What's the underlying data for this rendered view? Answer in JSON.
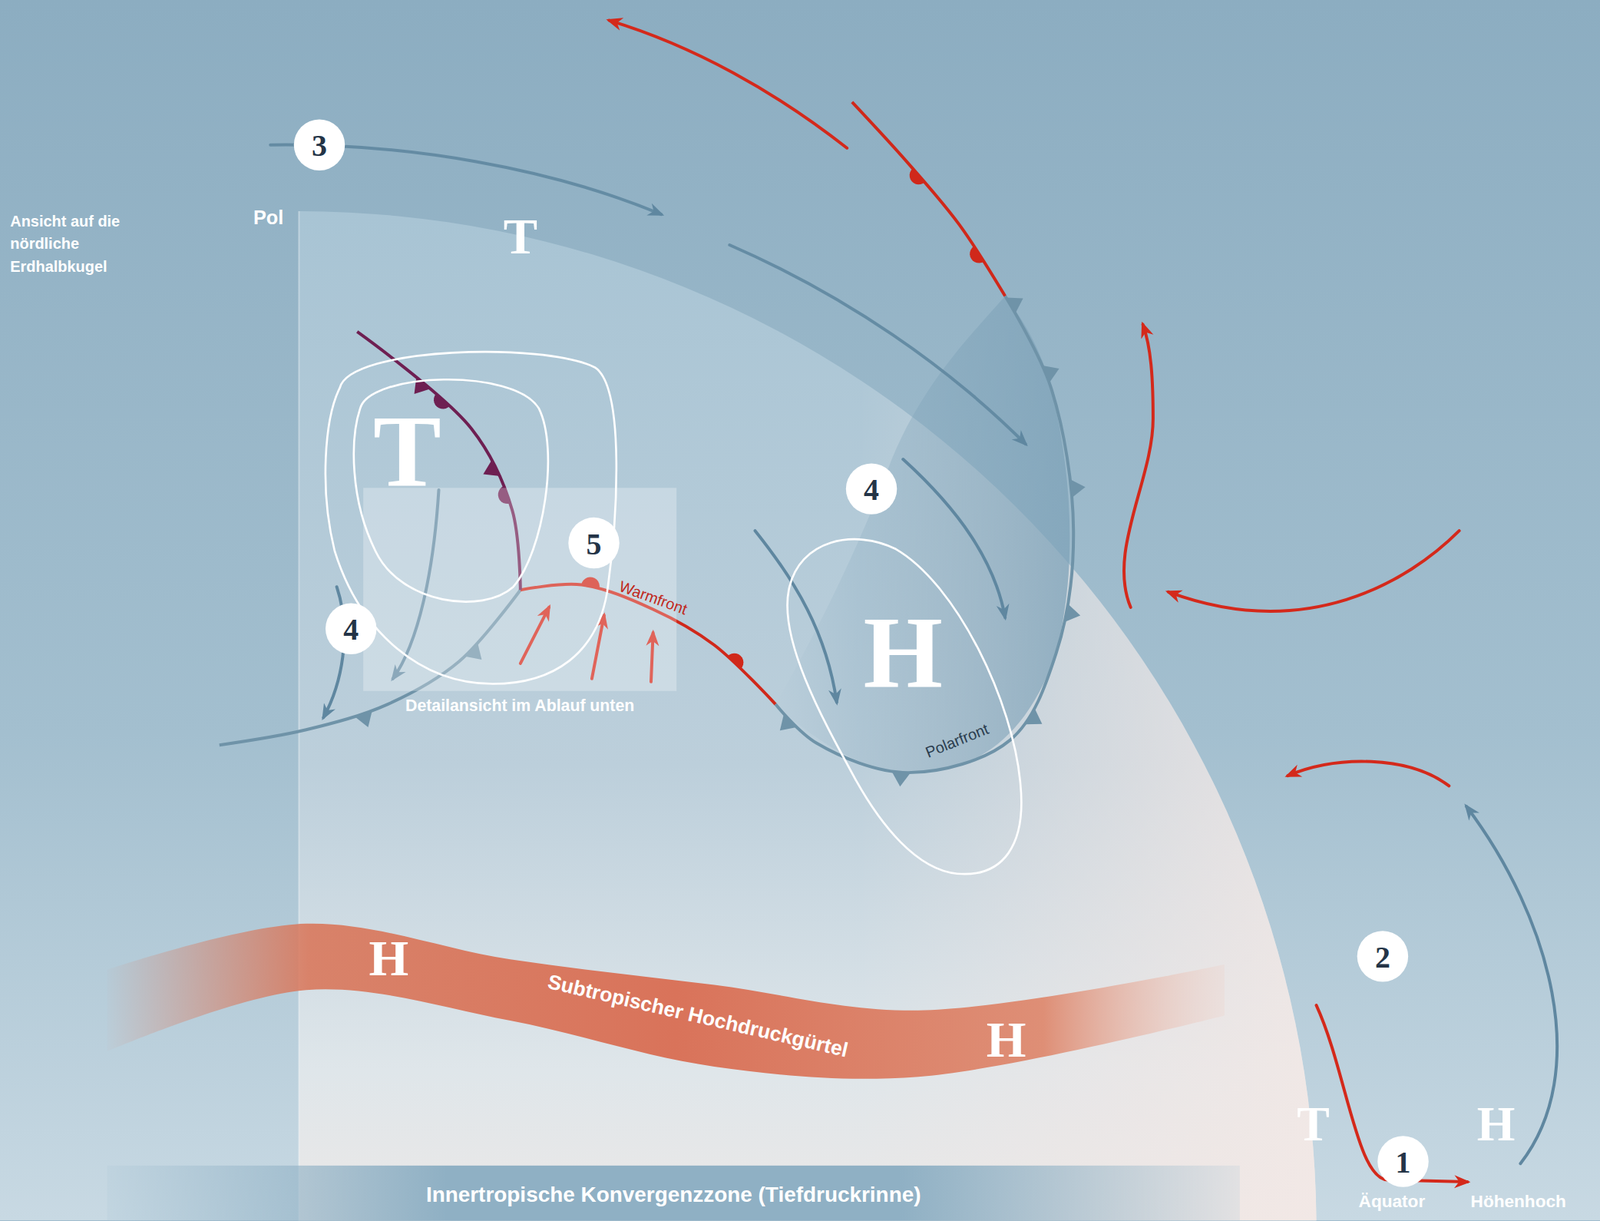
{
  "diagram": {
    "nodes": [
      {
        "text": [
          "T"
        ]
      },
      {
        "text": [
          "Detailansicht im Ablauf unten"
        ]
      },
      {
        "text": [
          "H"
        ]
      },
      {
        "text": [
          "H",
          "Subtropischer Hochdruckgürtel",
          "H"
        ]
      },
      {
        "text": [
          "Innertropische Konvergenzzone (Tiefdruckrinne)"
        ]
      },
      {
        "text": [
          "3"
        ]
      },
      {
        "text": [
          "4"
        ]
      },
      {
        "text": [
          "5"
        ],
        "in": 1
      },
      {
        "text": [
          "4"
        ]
      },
      {
        "text": [
          "2"
        ]
      },
      {
        "text": [
          "1"
        ]
      }
    ],
    "labels": [
      "Ansicht auf die nördliche Erdhalbkugel",
      "Pol",
      "T",
      "Warmfront",
      "Polarfront",
      "T",
      "H",
      "Äquator",
      "Höhenhoch"
    ]
  }
}
